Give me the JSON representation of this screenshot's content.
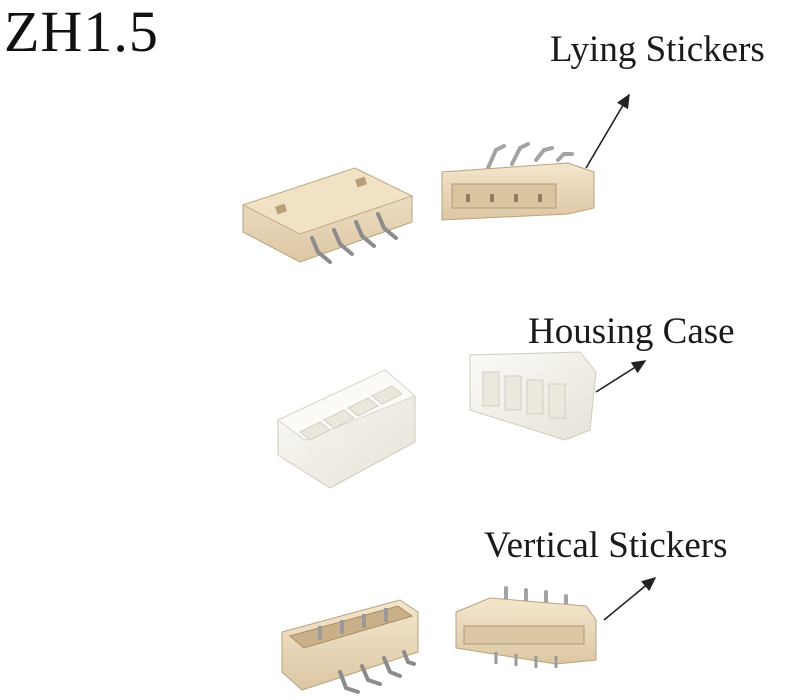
{
  "title": "ZH1.5",
  "labels": {
    "lying": "Lying Stickers",
    "housing": "Housing Case",
    "vertical": "Vertical Stickers"
  },
  "colors": {
    "connector_body": "#eddcc0",
    "connector_shadow": "#cdb795",
    "housing_body": "#f6f3ec",
    "pin_metal": "#9a9a9a",
    "text": "#1a1a1a"
  }
}
